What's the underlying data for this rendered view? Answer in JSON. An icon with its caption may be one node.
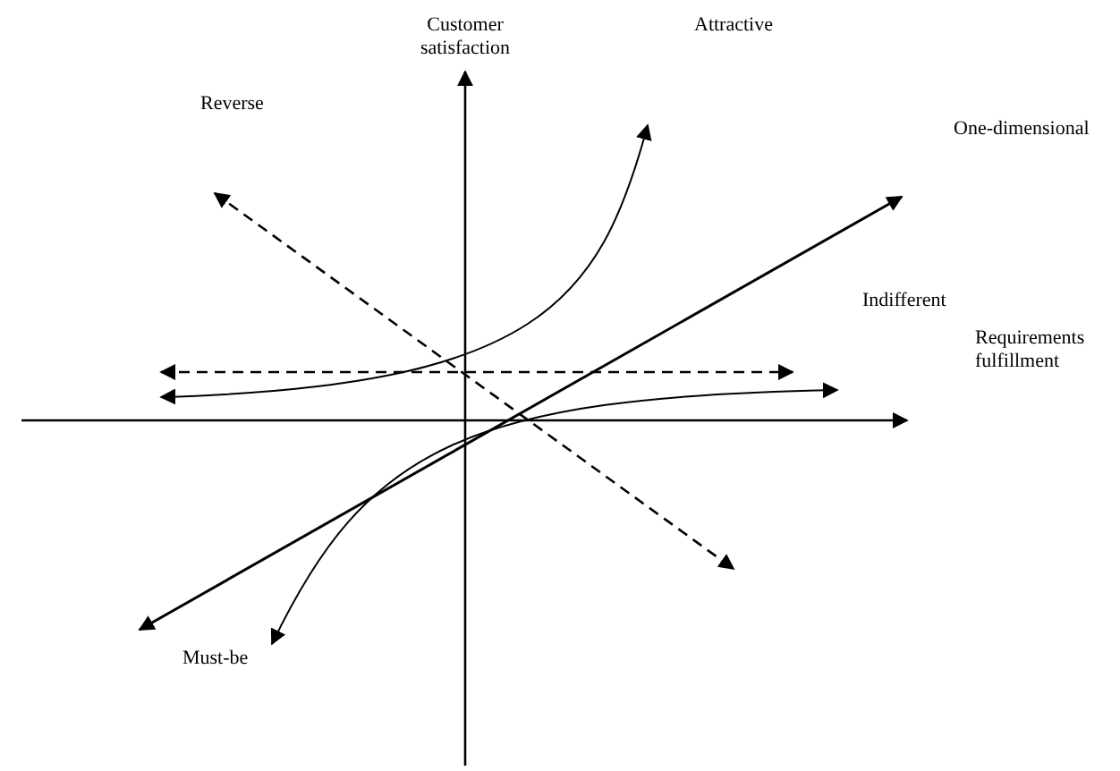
{
  "diagram": {
    "labels": [
      "Customer satisfaction",
      "Attractive",
      "Reverse",
      "One-dimensional",
      "Indifferent",
      "Requirements fulfillment",
      "Must-be"
    ]
  }
}
